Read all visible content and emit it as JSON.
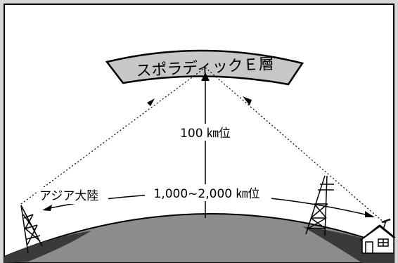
{
  "layer": {
    "label": "スポラディックＥ層"
  },
  "height": {
    "label": "100 ㎞位"
  },
  "distance": {
    "label": "1,000~2,000 ㎞位"
  },
  "origin": {
    "label": "アジア大陸"
  },
  "colors": {
    "frame": "#000000",
    "layer_fill": "#c8c8c8",
    "earth_fill": "#8c8c8c",
    "shadow_fill": "#3a3a3a",
    "background": "#ffffff",
    "outer_border": "#d8d8d8"
  }
}
